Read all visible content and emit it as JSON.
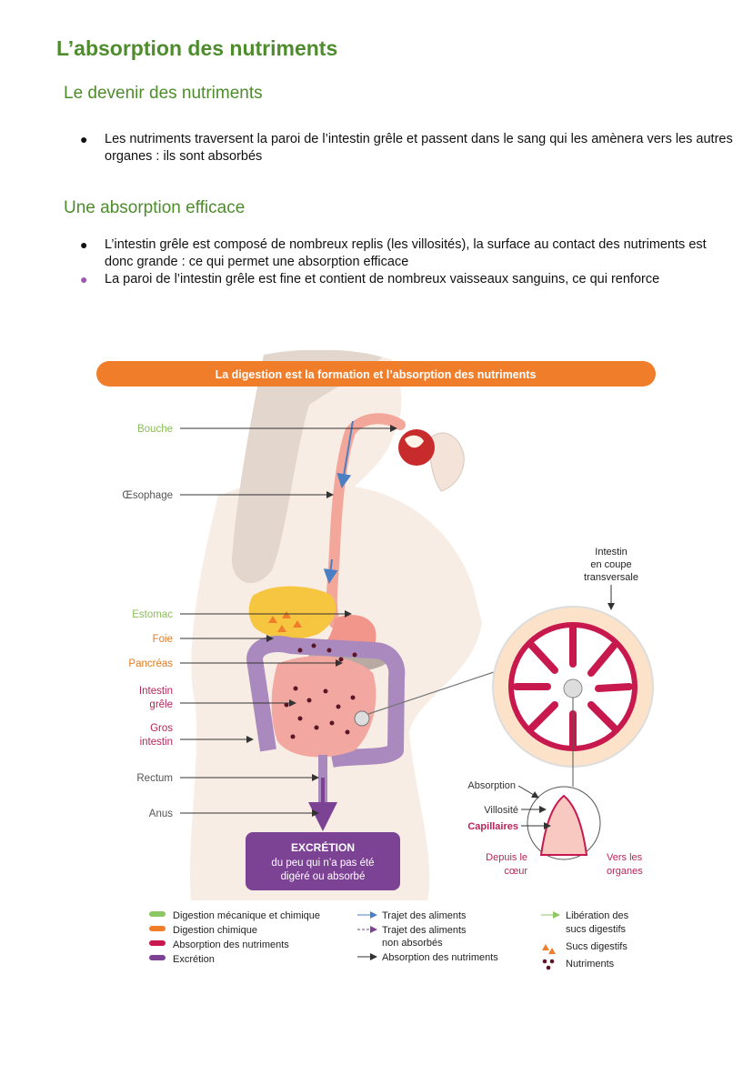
{
  "title": "L’absorption des nutriments",
  "section1": {
    "heading": "Le devenir des nutriments",
    "bullets": [
      "Les nutriments traversent la paroi de l’intestin grêle et passent dans le sang qui les amènera vers les autres organes : ils sont absorbés"
    ]
  },
  "section2": {
    "heading": "Une absorption efficace",
    "bullets": [
      "L’intestin grêle est composé de nombreux replis (les villosités), la surface au contact des nutriments est donc grande : ce qui permet une absorption efficace",
      "La paroi de l’intestin grêle est fine et contient de nombreux vaisseaux sanguins, ce qui renforce"
    ]
  },
  "figure": {
    "banner": "La digestion est la formation et l’absorption des nutriments",
    "labels": {
      "bouche": "Bouche",
      "oesophage": "Œsophage",
      "estomac": "Estomac",
      "foie": "Foie",
      "pancreas": "Pancréas",
      "intestin_grele_1": "Intestin",
      "intestin_grele_2": "grêle",
      "gros_intestin_1": "Gros",
      "gros_intestin_2": "intestin",
      "rectum": "Rectum",
      "anus": "Anus"
    },
    "excretion": {
      "title": "EXCRÉTION",
      "line1": "du peu qui n’a pas été",
      "line2": "digéré ou absorbé"
    },
    "coupe": {
      "line1": "Intestin",
      "line2": "en coupe",
      "line3": "transversale"
    },
    "zoom": {
      "absorption": "Absorption",
      "villosite": "Villosité",
      "capillaires": "Capillaires",
      "depuis_1": "Depuis le",
      "depuis_2": "cœur",
      "vers_1": "Vers les",
      "vers_2": "organes"
    },
    "legend": {
      "col1": [
        "Digestion mécanique et chimique",
        "Digestion chimique",
        "Absorption des nutriments",
        "Excrétion"
      ],
      "col2": [
        "Trajet des aliments",
        "Trajet des aliments",
        "non absorbés",
        "Absorption des nutriments"
      ],
      "col3": [
        "Libération des",
        "sucs digestifs",
        "Sucs digestifs",
        "Nutriments"
      ]
    },
    "colors": {
      "green": "#8cc665",
      "orange": "#f07d2a",
      "crimson": "#c8194f",
      "purple": "#7c4294",
      "blue_arrow": "#4a7fc4",
      "label_green": "#8cbd5b",
      "label_orange": "#e07b22",
      "label_crimson": "#b8245a",
      "label_gray": "#555555"
    }
  }
}
